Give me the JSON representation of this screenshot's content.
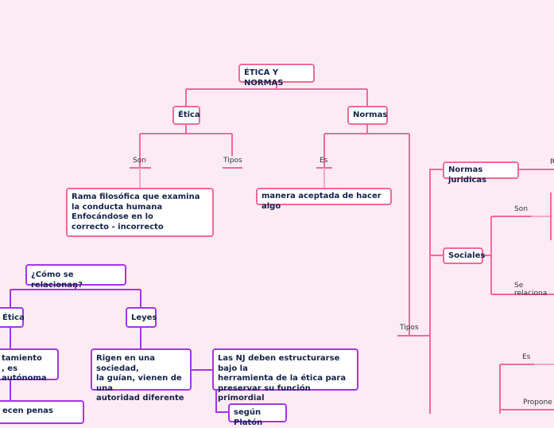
{
  "root": {
    "title": "ÉTICA Y NORMAS"
  },
  "etica": {
    "title": "Ética",
    "son_label": "Son",
    "tipos_label": "Tipos",
    "definition": "Rama filosófica que examina\n la conducta humana Enfocándose en lo\ncorrecto - incorrecto"
  },
  "normas": {
    "title": "Normas",
    "es_label": "Es",
    "definition": "manera aceptada de hacer algo",
    "tipos_label": "Tipos",
    "types": {
      "juridicas": {
        "title": "Normas juridicas",
        "edge_label": "R"
      },
      "sociales": {
        "title": "Sociales",
        "son_label": "Son",
        "relaciona_label": "Se relaciona"
      },
      "other": {
        "es_label": "Es",
        "propone_label": "Propone"
      }
    }
  },
  "relation": {
    "title": "¿Cómo se relacionan?",
    "etica": {
      "title": "Ética",
      "desc": "tamiento\n, es autónoma",
      "desc2": "ecen penas"
    },
    "leyes": {
      "title": "Leyes",
      "desc": "Rigen en una sociedad,\nla guían, vienen de una\nautoridad diferente"
    },
    "nj": {
      "desc": "Las NJ  deben estructurarse bajo la\nherramienta de la ética para\npreservar su función primordial",
      "platon": "según Platón"
    }
  },
  "colors": {
    "pink": "#f0699a",
    "purple": "#a535e6",
    "background": "#fdebf3",
    "text": "#14224a"
  }
}
